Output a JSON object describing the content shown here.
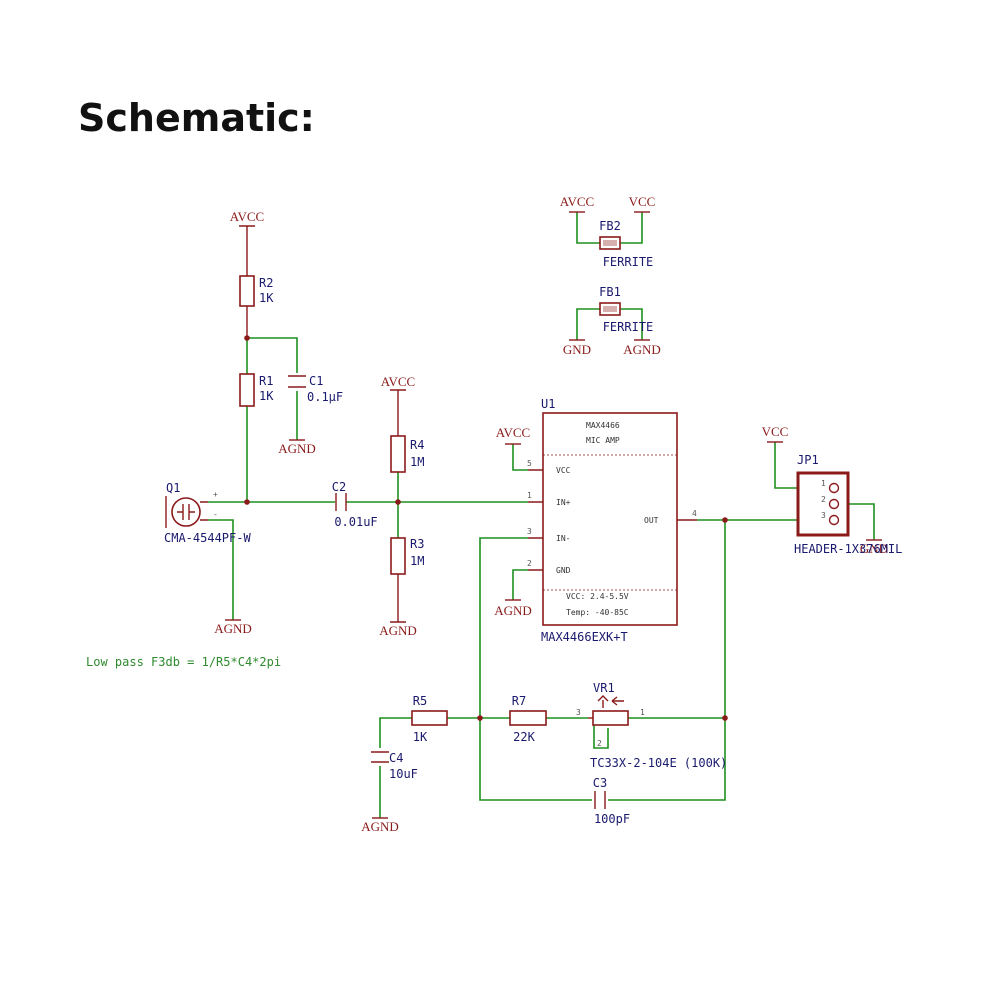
{
  "title": "Schematic:",
  "power": {
    "avcc": "AVCC",
    "vcc": "VCC",
    "agnd": "AGND",
    "gnd": "GND"
  },
  "components": {
    "r2": {
      "ref": "R2",
      "value": "1K"
    },
    "r1": {
      "ref": "R1",
      "value": "1K"
    },
    "c1": {
      "ref": "C1",
      "value": "0.1µF"
    },
    "r4": {
      "ref": "R4",
      "value": "1M"
    },
    "r3": {
      "ref": "R3",
      "value": "1M"
    },
    "c2": {
      "ref": "C2",
      "value": "0.01uF"
    },
    "q1": {
      "ref": "Q1",
      "value": "CMA-4544PF-W",
      "pin_plus": "+",
      "pin_minus": "-"
    },
    "fb2": {
      "ref": "FB2",
      "value": "FERRITE"
    },
    "fb1": {
      "ref": "FB1",
      "value": "FERRITE"
    },
    "u1": {
      "ref": "U1",
      "part": "MAX4466EXK+T",
      "line1": "MAX4466",
      "line2": "MIC AMP",
      "pins": {
        "vcc": "VCC",
        "in_plus": "IN+",
        "in_minus": "IN-",
        "gnd": "GND",
        "out": "OUT"
      },
      "pin_numbers": {
        "vcc": "5",
        "in_plus": "1",
        "in_minus": "3",
        "gnd": "2",
        "out": "4"
      },
      "spec_vcc": "VCC:   2.4-5.5V",
      "spec_temp": "Temp:  -40-85C"
    },
    "jp1": {
      "ref": "JP1",
      "value": "HEADER-1X376MIL",
      "pins": [
        "1",
        "2",
        "3"
      ]
    },
    "r5": {
      "ref": "R5",
      "value": "1K"
    },
    "r7": {
      "ref": "R7",
      "value": "22K"
    },
    "vr1": {
      "ref": "VR1",
      "value": "TC33X-2-104E (100K)",
      "pin_left": "3",
      "pin_right": "1",
      "pin_wiper": "2"
    },
    "c4": {
      "ref": "C4",
      "value": "10uF"
    },
    "c3": {
      "ref": "C3",
      "value": "100pF"
    }
  },
  "note": "Low pass F3db = 1/R5*C4*2pi",
  "colors": {
    "wire": "#1f8f1f",
    "component": "#8b1a1a",
    "label": "#1a1a6e",
    "note": "#2e8b2e"
  }
}
